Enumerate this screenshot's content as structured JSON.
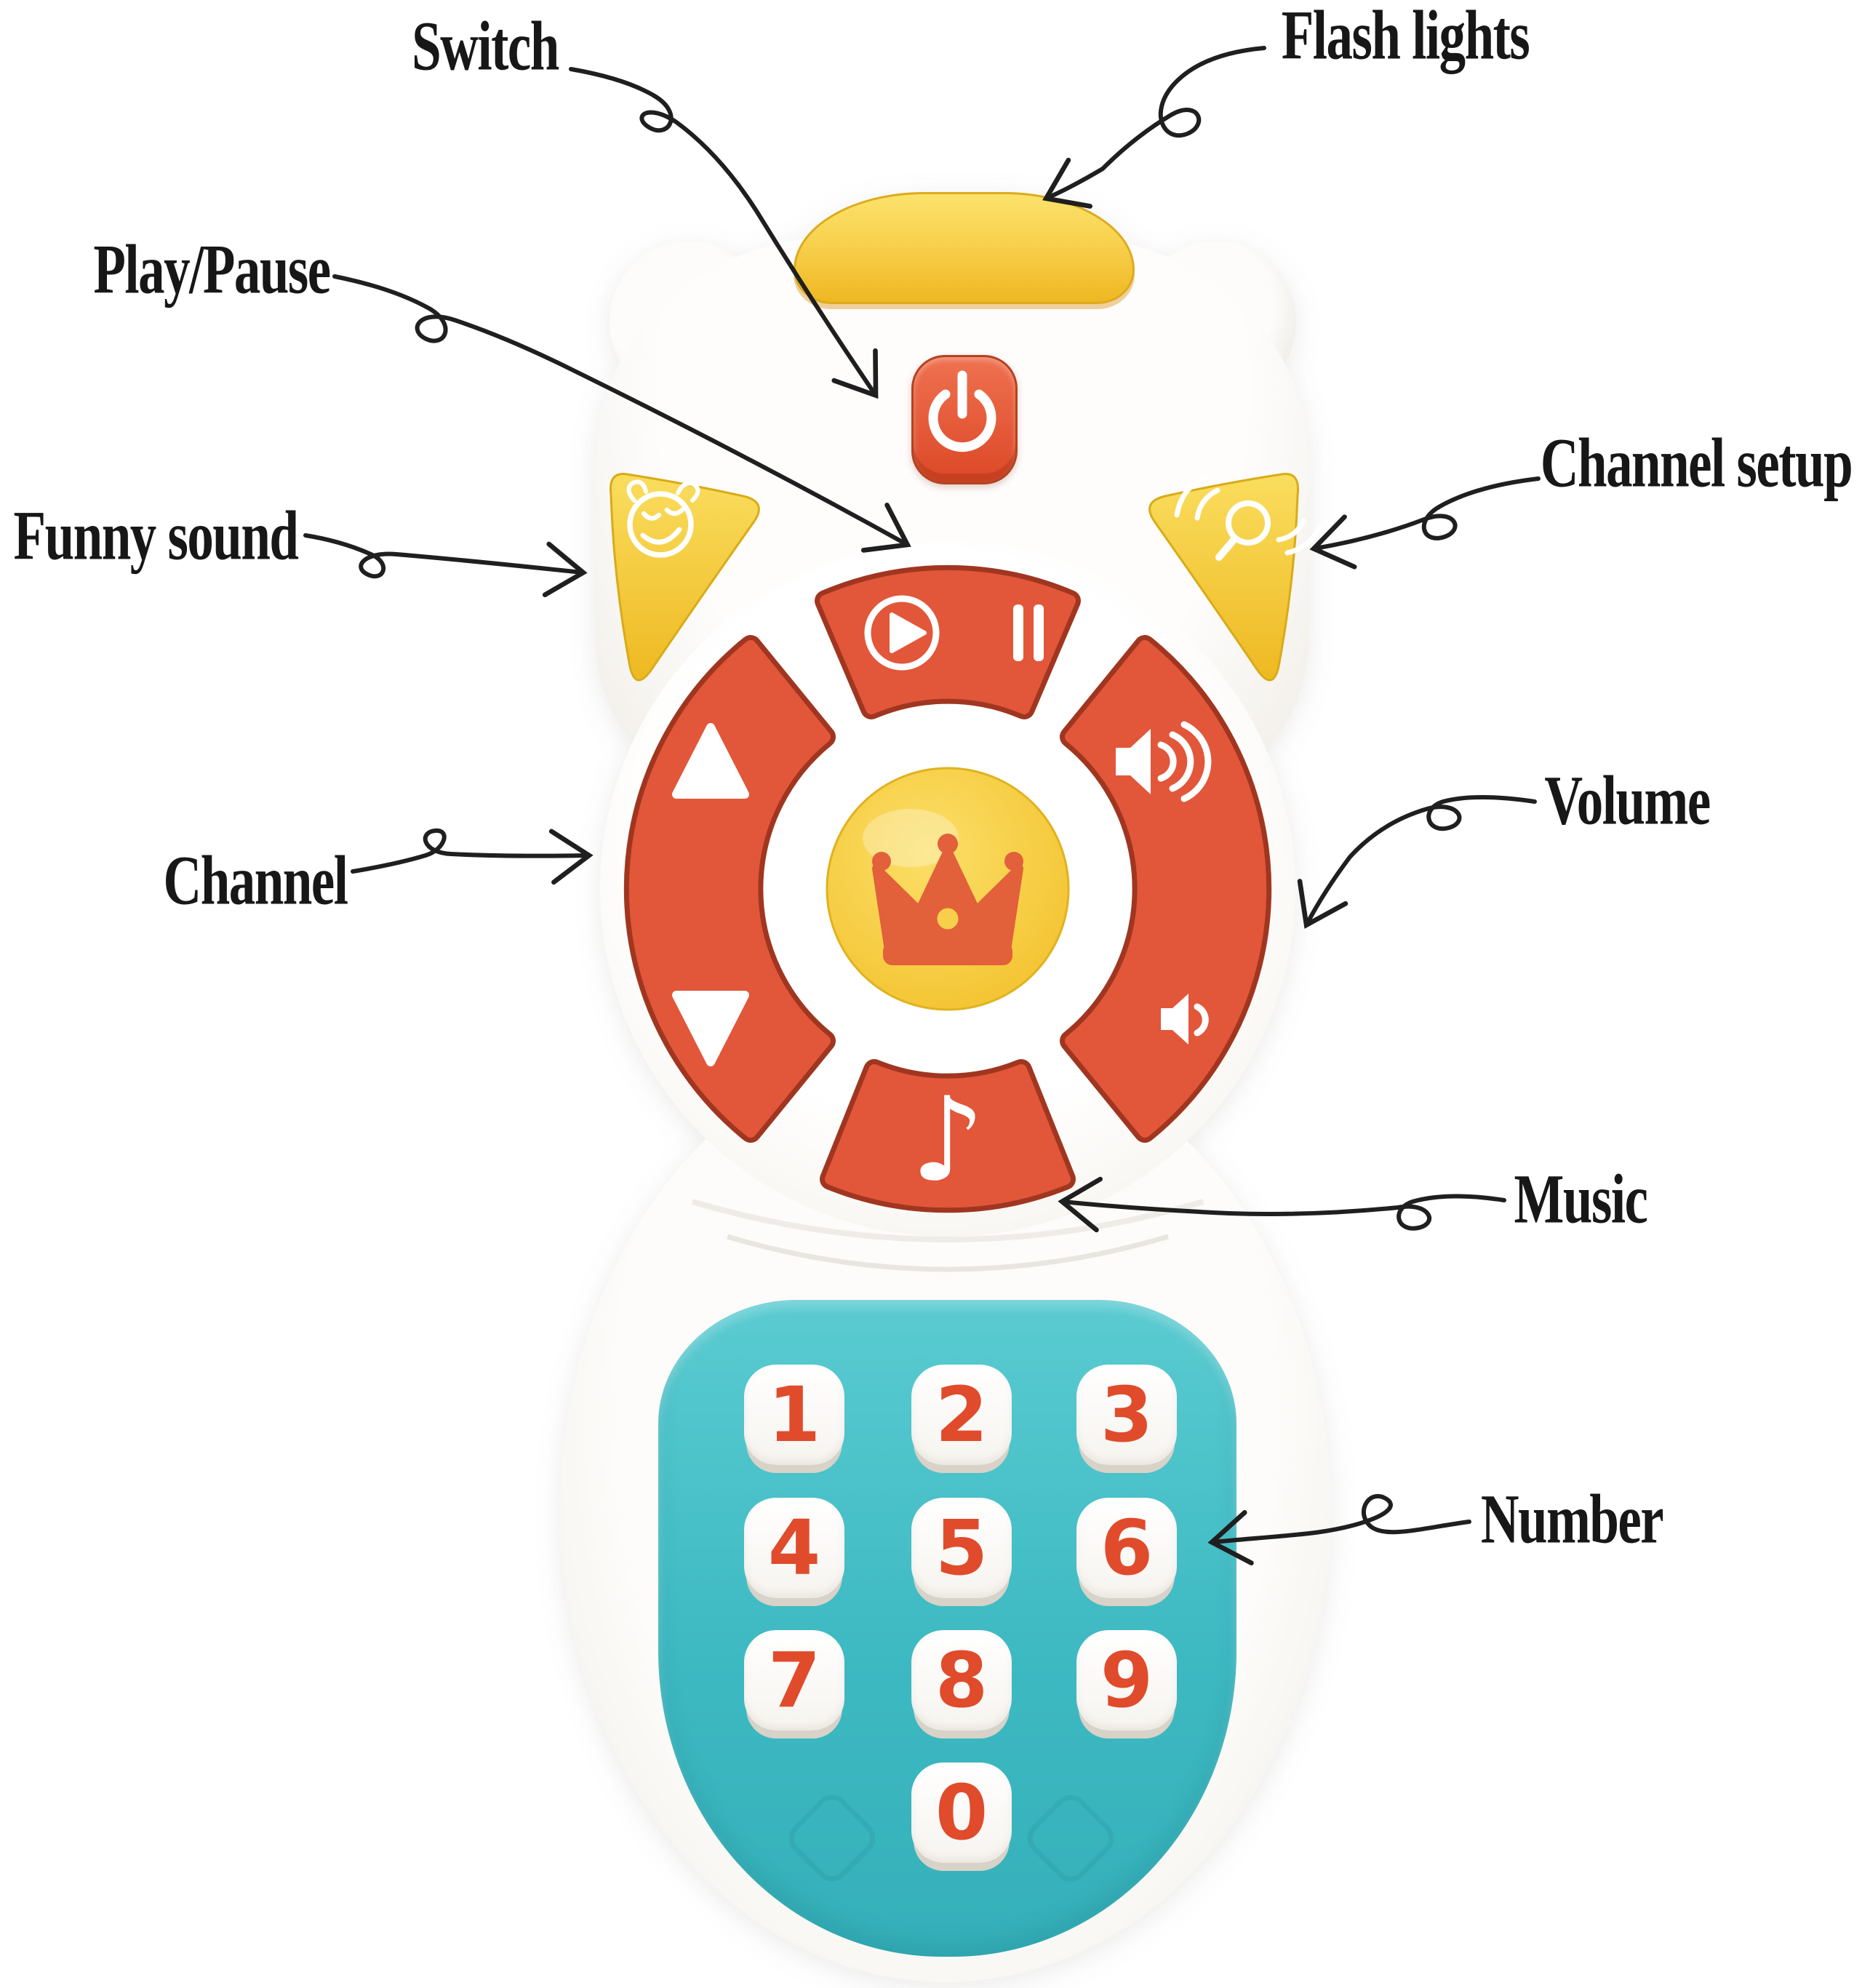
{
  "page": {
    "type": "annotated product diagram",
    "subject": "baby toy TV remote control",
    "background": "#ffffff"
  },
  "colors": {
    "accent_red": "#e2563a",
    "accent_red_dark": "#a03620",
    "accent_yellow": "#f6cf3f",
    "accent_teal": "#41bcc4",
    "digit_orange": "#e04b2b",
    "label_ink": "#171717",
    "body_white": "#fbfaf7"
  },
  "annotations": [
    {
      "label": "Switch",
      "points_to": "power-button"
    },
    {
      "label": "Flash lights",
      "points_to": "flash-light-bar"
    },
    {
      "label": "Play/Pause",
      "points_to": "play-pause-button"
    },
    {
      "label": "Channel setup",
      "points_to": "channel-setup-button"
    },
    {
      "label": "Funny sound",
      "points_to": "funny-sound-button"
    },
    {
      "label": "Channel",
      "points_to": "channel-rocker"
    },
    {
      "label": "Volume",
      "points_to": "volume-rocker"
    },
    {
      "label": "Music",
      "points_to": "music-button"
    },
    {
      "label": "Number",
      "points_to": "number-keypad"
    }
  ],
  "remote": {
    "buttons": {
      "power": {
        "icon": "power-icon"
      },
      "flash_bar": {
        "icon": "flash-light-bar"
      },
      "funny_sound": {
        "icon": "smiley-face-icon"
      },
      "channel_setup": {
        "icon": "search-signal-icon"
      },
      "play_pause": {
        "icons": [
          "play-icon",
          "pause-icon"
        ]
      },
      "channel": {
        "icons": [
          "triangle-up-icon",
          "triangle-down-icon"
        ]
      },
      "volume": {
        "icons": [
          "volume-up-icon",
          "volume-down-icon"
        ]
      },
      "music": {
        "icon": "music-note-icon"
      },
      "center": {
        "icon": "crown-icon"
      }
    },
    "keypad": {
      "digits": [
        "1",
        "2",
        "3",
        "4",
        "5",
        "6",
        "7",
        "8",
        "9",
        "0"
      ]
    }
  }
}
